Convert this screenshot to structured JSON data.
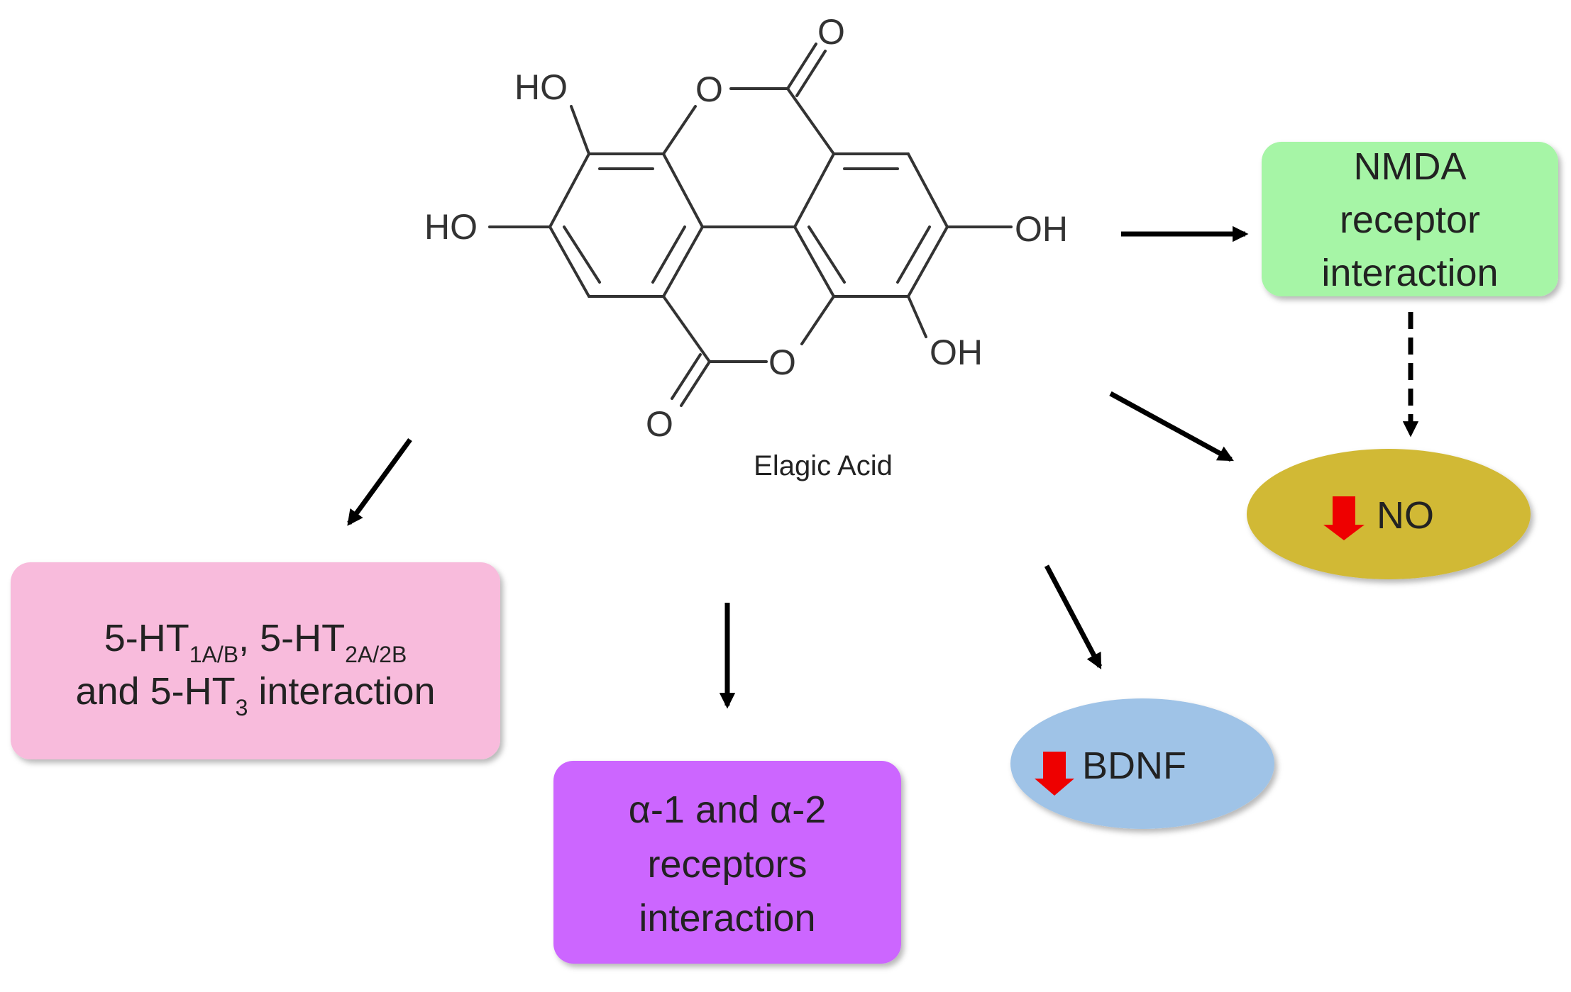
{
  "molecule": {
    "name": "Elagic Acid",
    "atoms": {
      "oh_top_left": "HO",
      "oh_mid_left": "HO",
      "oh_mid_right": "OH",
      "oh_bottom_right": "OH",
      "o_ring_top": "O",
      "o_carbonyl_top": "O",
      "o_ring_bottom": "O",
      "o_carbonyl_bottom": "O"
    }
  },
  "nodes": {
    "nmda": {
      "lines": [
        "NMDA",
        "receptor",
        "interaction"
      ],
      "color": "#a6f5a6"
    },
    "no": {
      "label": "NO",
      "color": "#d1b935"
    },
    "bdnf": {
      "label": "BDNF",
      "color": "#9fc3e7"
    },
    "ht": {
      "line1": {
        "a": "5-HT",
        "a_sub": "1A/B",
        "b": ", 5-HT",
        "b_sub": "2A/2B"
      },
      "line2": {
        "a": "and 5-HT",
        "a_sub": "3",
        "b": " interaction"
      },
      "color": "#f8bbdc"
    },
    "alpha": {
      "lines": [
        "α-1 and α-2",
        "receptors",
        "interaction"
      ],
      "color": "#cc66ff"
    }
  },
  "colors": {
    "arrow": "#000000",
    "decrease_arrow": "#ee0000",
    "bond": "#333333"
  },
  "icons": {
    "decrease": "down-arrow-icon"
  }
}
